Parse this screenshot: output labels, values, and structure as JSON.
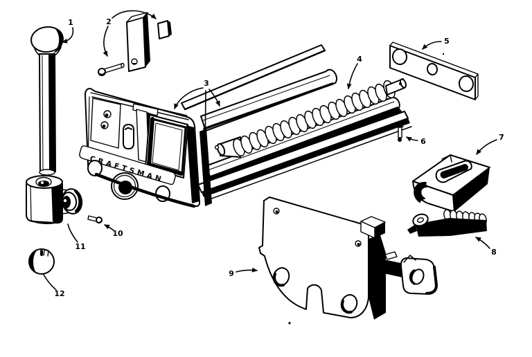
{
  "diagram": {
    "brand_label": "CRAFTSMAN",
    "ink_color": "#000000",
    "paper_color": "#ffffff",
    "callouts": [
      {
        "label": "1"
      },
      {
        "label": "2"
      },
      {
        "label": "3"
      },
      {
        "label": "4"
      },
      {
        "label": "5"
      },
      {
        "label": "6"
      },
      {
        "label": "7"
      },
      {
        "label": "8"
      },
      {
        "label": "9"
      },
      {
        "label": "10"
      },
      {
        "label": "11"
      },
      {
        "label": "12"
      }
    ]
  }
}
